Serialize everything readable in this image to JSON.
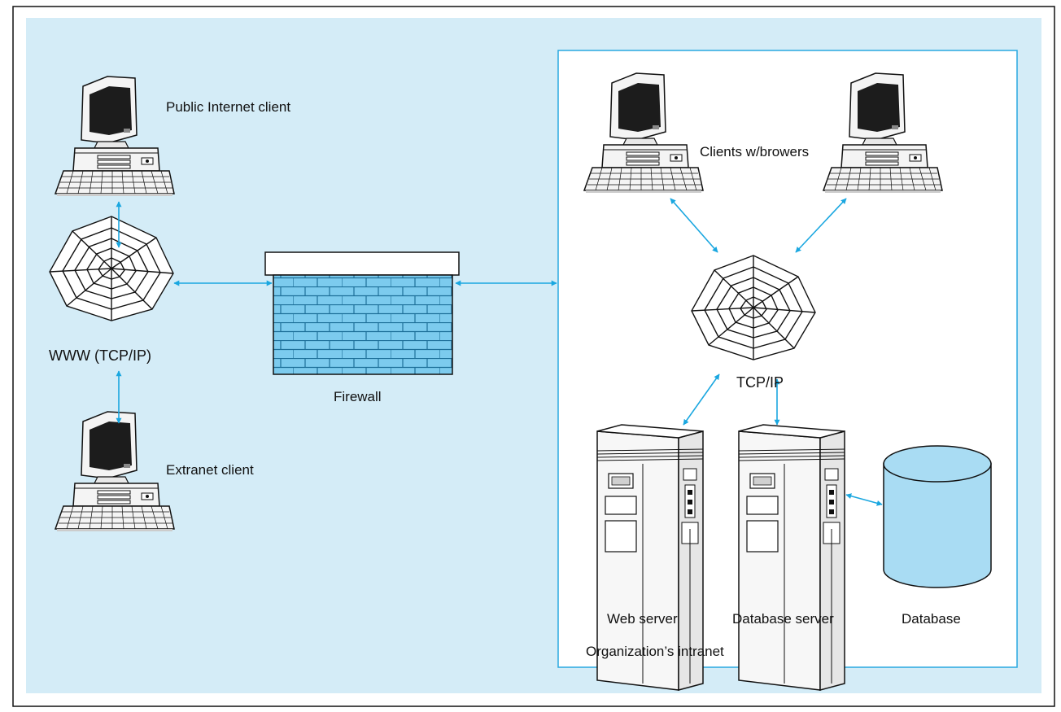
{
  "labels": {
    "public_client": "Public Internet client",
    "www": "WWW (TCP/IP)",
    "extranet_client": "Extranet client",
    "firewall": "Firewall",
    "clients": "Clients w/browers",
    "tcpip": "TCP/IP",
    "web_server": "Web server",
    "db_server": "Database server",
    "database": "Database",
    "intranet": "Organization’s intranet"
  },
  "colors": {
    "background": "#d4ecf7",
    "arrow": "#1aa7e0",
    "border": "#29a8e0",
    "brick": "#7ccbee",
    "database": "#a9dcf3"
  }
}
